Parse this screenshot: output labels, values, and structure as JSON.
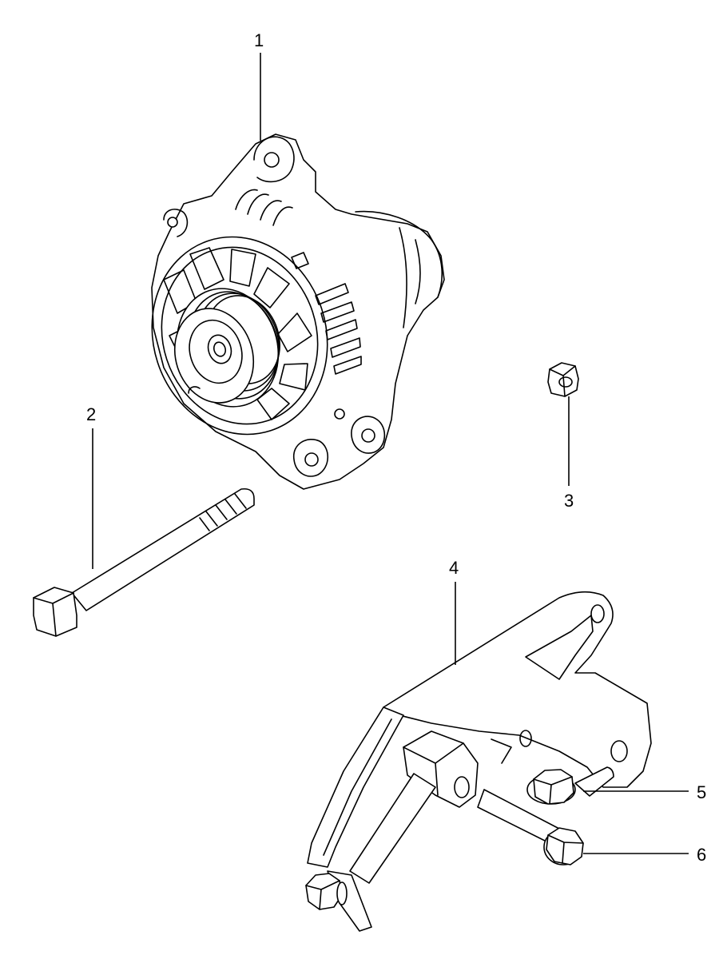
{
  "callouts": {
    "c1": "1",
    "c2": "2",
    "c3": "3",
    "c4": "4",
    "c5": "5",
    "c6": "6"
  },
  "parts": [
    {
      "id": "1",
      "icon": "alternator-icon"
    },
    {
      "id": "2",
      "icon": "long-hex-bolt-icon"
    },
    {
      "id": "3",
      "icon": "hex-nut-icon"
    },
    {
      "id": "4",
      "icon": "mounting-bracket-icon"
    },
    {
      "id": "5",
      "icon": "flange-bolt-icon"
    },
    {
      "id": "6",
      "icon": "flange-bolt-icon"
    }
  ]
}
